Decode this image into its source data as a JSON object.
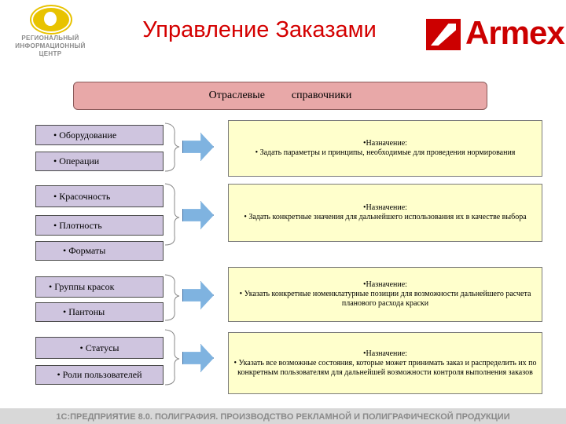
{
  "header": {
    "title": "Управление Заказами",
    "left_logo_text": [
      "РЕГИОНАЛЬНЫЙ",
      "ИНФОРМАЦИОННЫЙ",
      "ЦЕНТР"
    ],
    "right_logo_text": "Armex"
  },
  "banner": {
    "word1": "Отраслевые",
    "word2": "справочники"
  },
  "groups": [
    {
      "items": [
        "Оборудование",
        "Операции"
      ],
      "purpose_title": "•Назначение:",
      "purpose_text": "• Задать параметры и принципы, необходимые для проведения нормирования"
    },
    {
      "items": [
        "Красочность",
        "Плотность",
        "Форматы"
      ],
      "purpose_title": "•Назначение:",
      "purpose_text": "• Задать конкретные значения для дальнейшего использования их в качестве выбора"
    },
    {
      "items": [
        "Группы красок",
        "Пантоны"
      ],
      "purpose_title": "•Назначение:",
      "purpose_text": "• Указать конкретные номенклатурные позиции для возможности дальнейшего расчета планового расхода краски"
    },
    {
      "items": [
        "Статусы",
        "Роли пользователей"
      ],
      "purpose_title": "•Назначение:",
      "purpose_text": "• Указать все возможные состояния, которые может принимать заказ и распределить их по конкретным пользователям для дальнейшей возможности контроля выполнения заказов"
    }
  ],
  "footer": {
    "text": "1С:ПРЕДПРИЯТИЕ 8.0. ПОЛИГРАФИЯ. ПРОИЗВОДСТВО РЕКЛАМНОЙ И ПОЛИГРАФИЧЕСКОЙ ПРОДУКЦИИ"
  },
  "colors": {
    "title_red": "#d40000",
    "banner_pink": "#e8a8a8",
    "item_lavender": "#cfc5df",
    "purpose_yellow": "#ffffcc",
    "arrow_blue": "#7fb3e0"
  }
}
